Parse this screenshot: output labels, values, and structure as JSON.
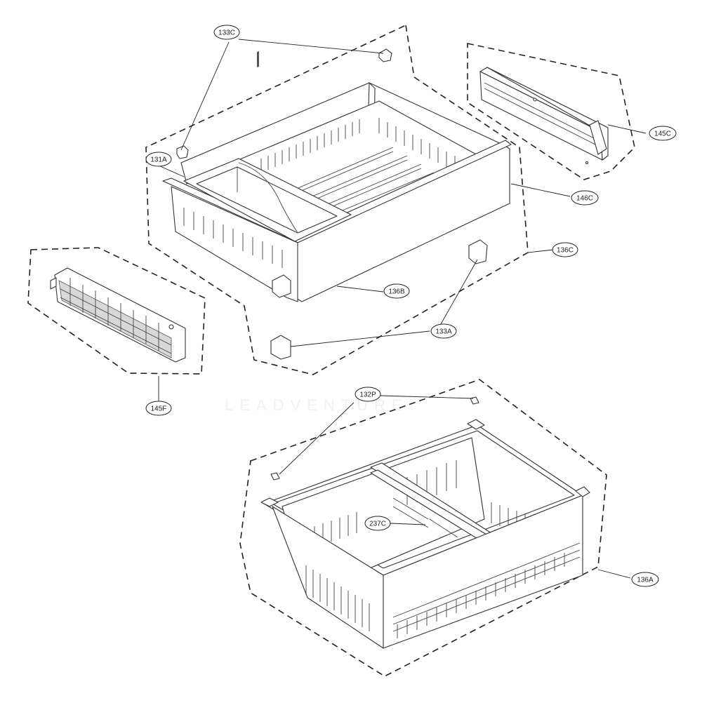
{
  "callouts": {
    "c133C": "133C",
    "c131A": "131A",
    "c145C": "145C",
    "c146C": "146C",
    "c136C": "136C",
    "c136B": "136B",
    "c133A": "133A",
    "c145F": "145F",
    "c132P": "132P",
    "c237C": "237C",
    "c136A": "136A"
  },
  "watermark": "LEADVENTURE",
  "colors": {
    "line": "#222222",
    "background": "#ffffff"
  }
}
